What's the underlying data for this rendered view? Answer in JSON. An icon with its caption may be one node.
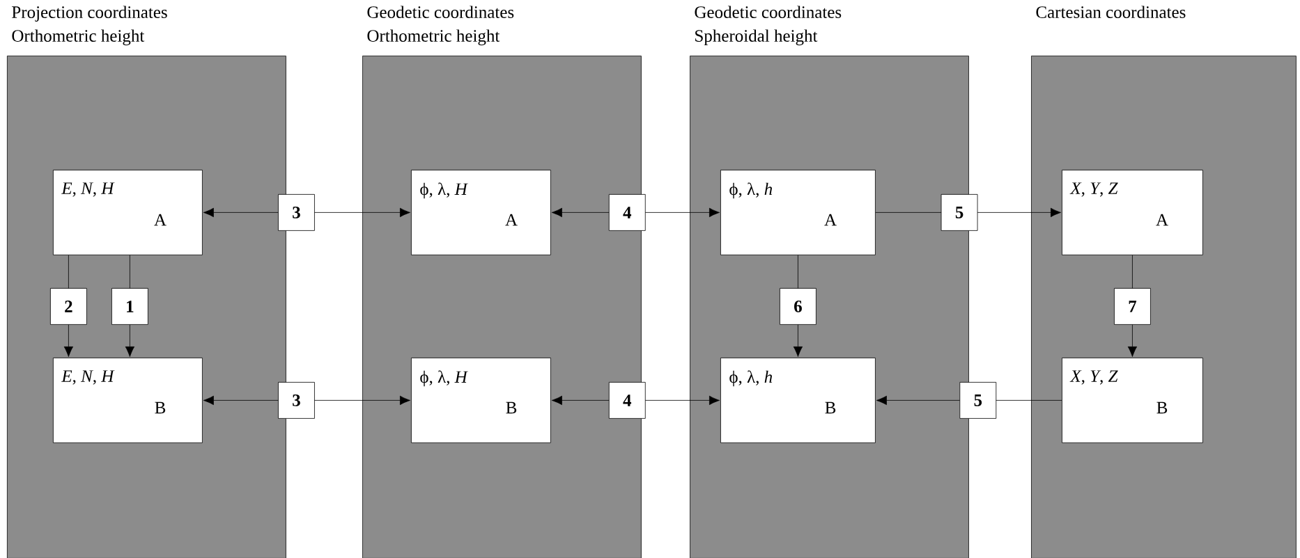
{
  "diagram": {
    "nodes": [
      {
        "text": [
          "Projection coordinates",
          "Orthometric height"
        ]
      },
      {
        "text": [
          "*E*, *N*, *H*",
          "A"
        ],
        "in": 0
      },
      {
        "text": [
          "*E*, *N*, *H*",
          "B"
        ],
        "in": 0
      },
      {
        "text": [
          "Geodetic coordinates",
          "Orthometric height"
        ]
      },
      {
        "text": [
          "ϕ, λ, *H*",
          "A"
        ],
        "in": 3
      },
      {
        "text": [
          "ϕ, λ, *H*",
          "B"
        ],
        "in": 3
      },
      {
        "text": [
          "Geodetic coordinates",
          "Spheroidal height"
        ]
      },
      {
        "text": [
          "ϕ, λ, *h*",
          "A"
        ],
        "in": 6
      },
      {
        "text": [
          "ϕ, λ, *h*",
          "B"
        ],
        "in": 6
      },
      {
        "text": [
          "Cartesian coordinates"
        ]
      },
      {
        "text": [
          "*X*, *Y*, *Z*",
          "A"
        ],
        "in": 9
      },
      {
        "text": [
          "*X*, *Y*, *Z*",
          "B"
        ],
        "in": 9
      }
    ],
    "edges": [
      {
        "from": 1,
        "to": 2,
        "arrow": "to",
        "label": "2"
      },
      {
        "from": 1,
        "to": 2,
        "arrow": "to",
        "label": "1"
      },
      {
        "from": 1,
        "to": 4,
        "arrow": "both",
        "label": "3"
      },
      {
        "from": 2,
        "to": 5,
        "arrow": "both",
        "label": "3"
      },
      {
        "from": 4,
        "to": 7,
        "arrow": "both",
        "label": "4"
      },
      {
        "from": 5,
        "to": 8,
        "arrow": "both",
        "label": "4"
      },
      {
        "from": 7,
        "to": 10,
        "arrow": "to",
        "label": "5"
      },
      {
        "from": 11,
        "to": 8,
        "arrow": "to",
        "label": "5"
      },
      {
        "from": 7,
        "to": 8,
        "arrow": "to",
        "label": "6"
      },
      {
        "from": 10,
        "to": 11,
        "arrow": "to",
        "label": "7"
      }
    ]
  }
}
